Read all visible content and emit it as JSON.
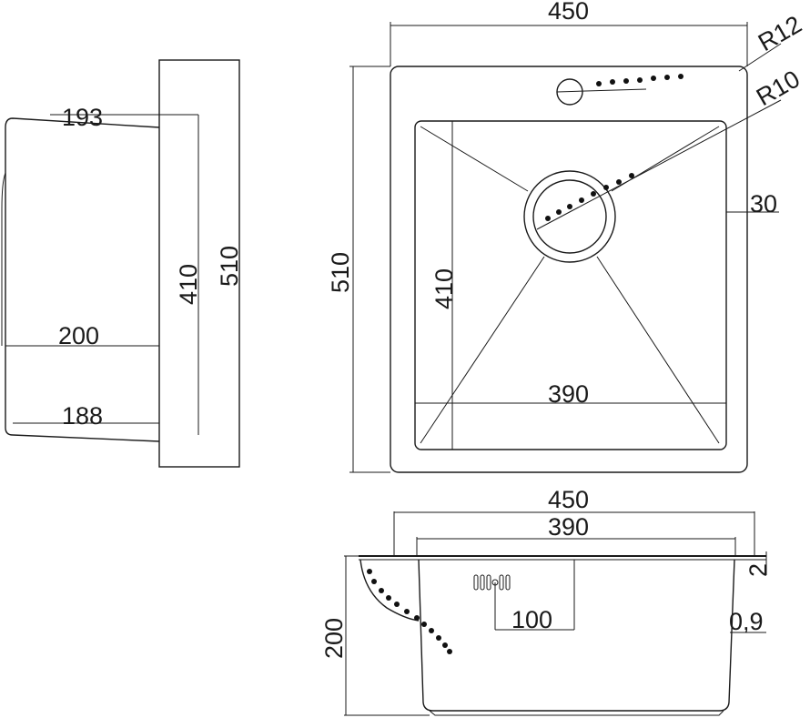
{
  "side_view": {
    "dim_193": "193",
    "dim_410": "410",
    "dim_510": "510",
    "dim_200": "200",
    "dim_188": "188"
  },
  "top_view": {
    "dim_width": "450",
    "dim_height": "510",
    "dim_inner_height": "410",
    "dim_inner_width": "390",
    "dim_margin": "30",
    "radius_outer": "R12",
    "radius_inner": "R10"
  },
  "front_view": {
    "dim_width": "450",
    "dim_inner_width": "390",
    "dim_depth": "200",
    "dim_overflow": "100",
    "dim_thickness_top": "2",
    "dim_thickness_wall": "0,9"
  }
}
